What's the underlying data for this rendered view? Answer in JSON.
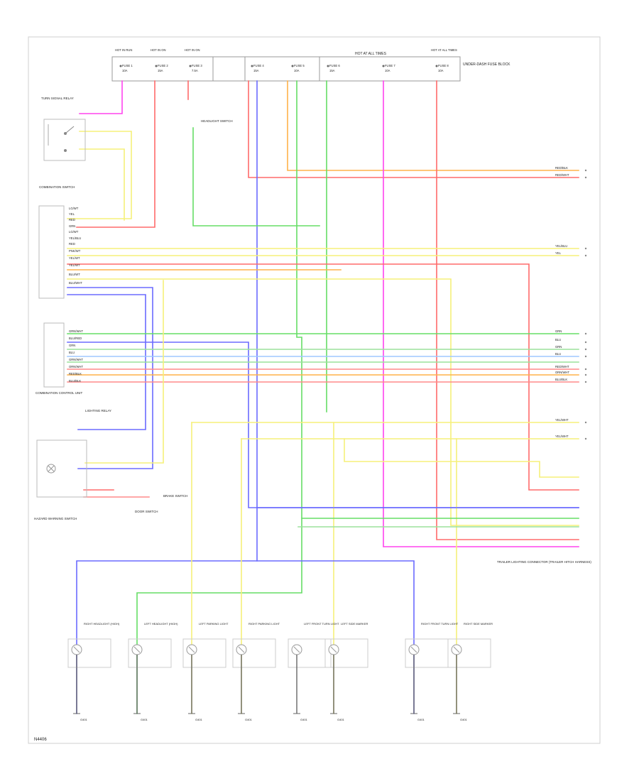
{
  "diagram": {
    "footer_code": "N4406",
    "fuse_block_label": "HOT AT ALL TIMES",
    "fuse_block_right_label": "UNDER-DASH FUSE BLOCK",
    "fuses": [
      {
        "top": "HOT IN RUN",
        "name": "FUSE 1",
        "rating": "10A"
      },
      {
        "top": "HOT IN ON",
        "name": "FUSE 2",
        "rating": "15A"
      },
      {
        "top": "HOT IN ON",
        "name": "FUSE 3",
        "rating": "7.5A"
      },
      {
        "top": "",
        "name": "FUSE 4",
        "rating": "15A"
      },
      {
        "top": "",
        "name": "FUSE 5",
        "rating": "10A"
      },
      {
        "top": "",
        "name": "FUSE 6",
        "rating": "15A"
      },
      {
        "top": "",
        "name": "FUSE 7",
        "rating": "10A"
      },
      {
        "top": "HOT AT ALL TIMES",
        "name": "FUSE 8",
        "rating": "10A"
      }
    ],
    "left_components": {
      "turn_signal_relay": "TURN SIGNAL RELAY",
      "headlight_switch": "HEADLIGHT SWITCH",
      "combination_switch": "COMBINATION SWITCH",
      "hazard_switch": "HAZARD WARNING SWITCH",
      "lighting_relay": "LIGHTING RELAY",
      "brake_switch": "BRAKE SWITCH",
      "door_switch": "DOOR SWITCH",
      "combo_control": "COMBINATION CONTROL UNIT"
    },
    "wire_colors": {
      "red": "#ff6b6b",
      "pink": "#ff44ee",
      "yellow": "#f5f07a",
      "green": "#66dd66",
      "blue": "#6b6bff",
      "orange": "#ffb24a",
      "salmon": "#ff8a8a",
      "lightgreen": "#9be29b",
      "skyblue": "#9fc8ff"
    },
    "harness_rows_top": [
      "LG/WT",
      "YEL",
      "RED",
      "GRN",
      "LG/WT",
      "YEL/BLU",
      "RED",
      "PNK/WT",
      "YEL/WT",
      "YEL/WT",
      "BLU/WT",
      "BLU/WHT"
    ],
    "harness_rows_bottom": [
      "GRN/WHT",
      "BLU/RED",
      "GRN",
      "BLU",
      "GRN/WHT",
      "ORN/WHT",
      "RED/BLK",
      "BLU/BLK"
    ],
    "right_tags": [
      "RED/BLK",
      "RED/WHT",
      "YEL/BLU",
      "YEL",
      "GRN",
      "BLU",
      "GRN",
      "BLU",
      "RED/WHT",
      "ORN/WHT",
      "BLU/BLK",
      "YEL/WHT",
      "YEL/WHT"
    ],
    "bottom_lamps": [
      {
        "label": "RIGHT HEADLIGHT (HIGH)",
        "ground": "G401"
      },
      {
        "label": "LEFT HEADLIGHT (HIGH)",
        "ground": "G401"
      },
      {
        "label": "LEFT PARKING LIGHT",
        "ground": "G401"
      },
      {
        "label": "RIGHT PARKING LIGHT",
        "ground": "G401"
      },
      {
        "label": "LEFT FRONT TURN LIGHT",
        "ground": "G401"
      },
      {
        "label": "LEFT SIDE MARKER",
        "ground": "G401"
      },
      {
        "label": "RIGHT FRONT TURN LIGHT",
        "ground": "G401"
      },
      {
        "label": "RIGHT SIDE MARKER",
        "ground": "G401"
      }
    ],
    "trailer_connector": "TRAILER LIGHTING CONNECTOR (TRAILER HITCH HARNESS)"
  }
}
